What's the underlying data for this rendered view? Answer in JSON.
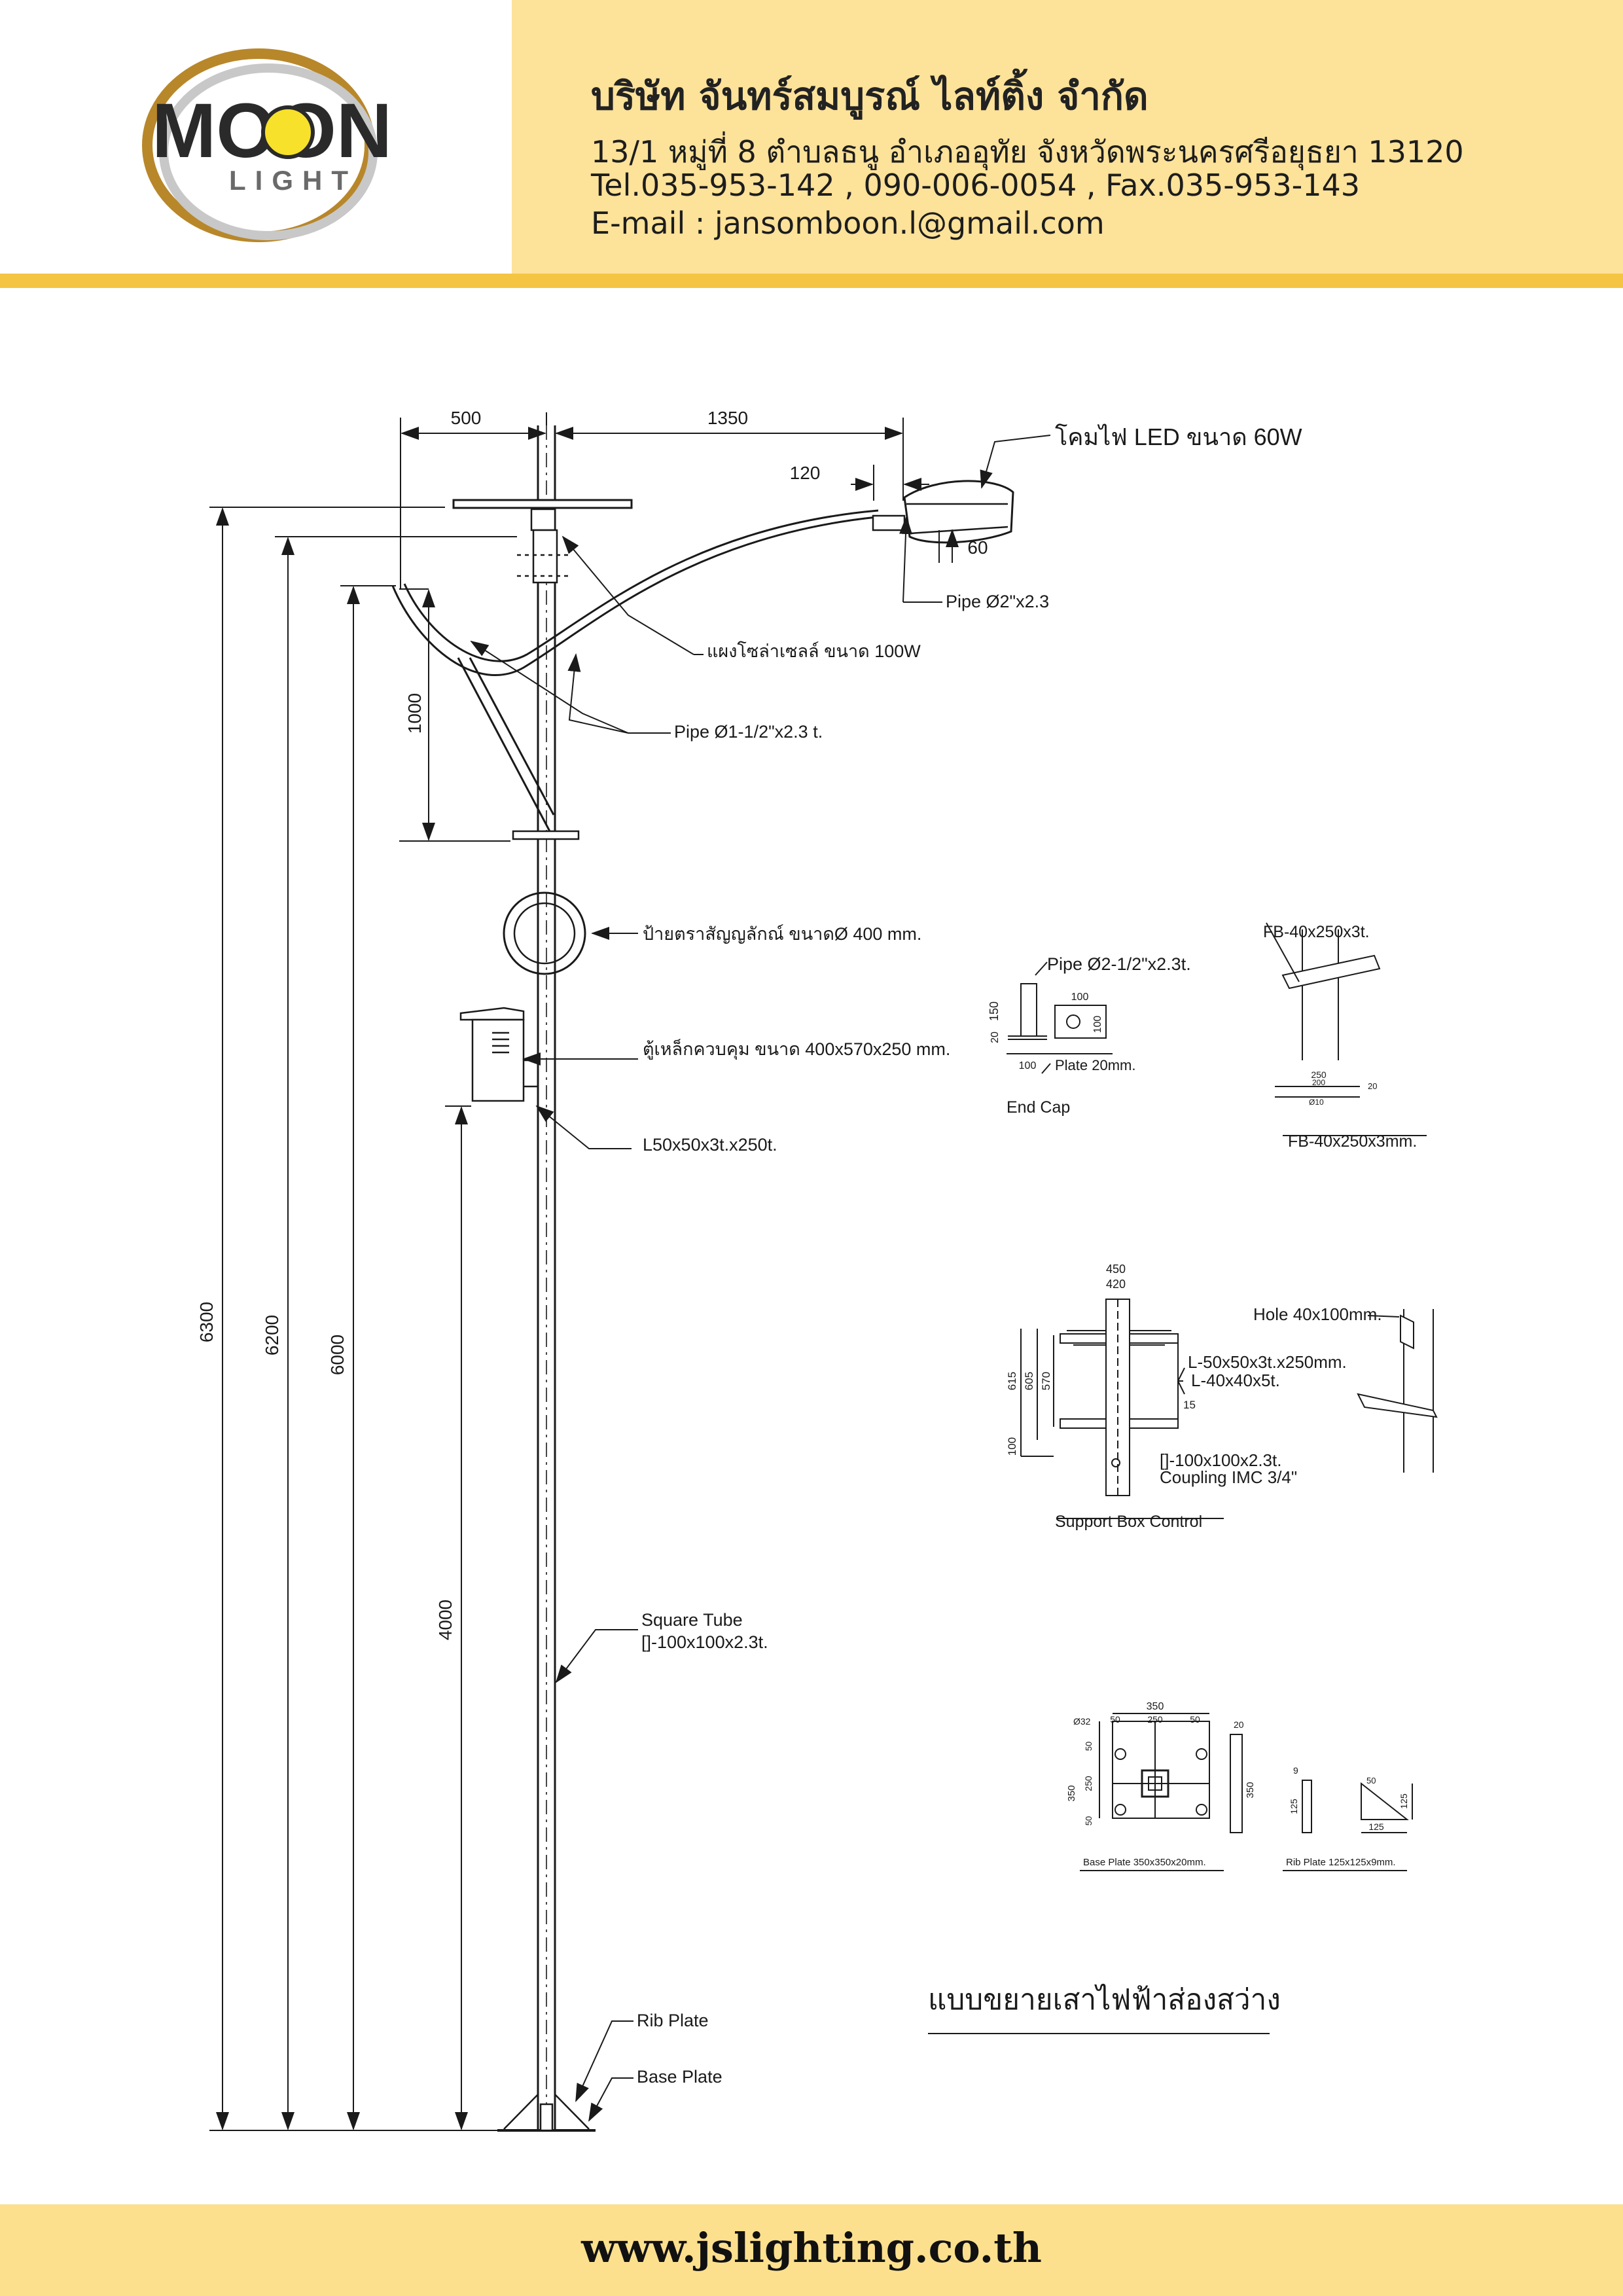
{
  "company": {
    "name_th": "บริษัท จันทร์สมบูรณ์ ไลท์ติ้ง จำกัด",
    "address": "13/1 หมู่ที่ 8 ตำบลธนู อำเภออุทัย จังหวัดพระนครศรีอยุธยา 13120",
    "phone": "Tel.035-953-142 , 090-006-0054 , Fax.035-953-143",
    "email": "E-mail : jansomboon.l@gmail.com"
  },
  "logo": {
    "word_top": "MOON",
    "word_bottom": "LIGHT"
  },
  "dimensions": {
    "d500": "500",
    "d1350": "1350",
    "d120": "120",
    "d60": "60",
    "d1000": "1000",
    "d6300": "6300",
    "d6200": "6200",
    "d6000": "6000",
    "d4000": "4000"
  },
  "callouts": {
    "lamp": "โคมไฟ LED ขนาด 60W",
    "pipe2": "Pipe Ø2\"x2.3",
    "solar": "แผงโซล่าเซลล์ ขนาด 100W",
    "pipe112": "Pipe Ø1-1/2\"x2.3 t.",
    "sign": "ป้ายตราสัญญลักณ์ ขนาดØ 400 mm.",
    "box": "ตู้เหล็กควบคุม ขนาด 400x570x250 mm.",
    "angle": "L50x50x3t.x250t.",
    "square_tube_1": "Square Tube",
    "square_tube_2": "[]-100x100x2.3t.",
    "rib": "Rib Plate",
    "base": "Base Plate"
  },
  "end_cap": {
    "pipe": "Pipe Ø2-1/2\"x2.3t.",
    "plate": "Plate 20mm.",
    "caption": "End Cap",
    "d150": "150",
    "d20": "20",
    "d100a": "100",
    "d100b": "100",
    "d100c": "100"
  },
  "fb": {
    "top": "FB-40x250x3t.",
    "caption": "FB-40x250x3mm.",
    "d250": "250",
    "d200": "200",
    "d20": "20",
    "d10": "Ø10"
  },
  "support": {
    "d450": "450",
    "d420": "420",
    "d615": "615",
    "d605": "605",
    "d570": "570",
    "d100": "100",
    "d15": "15",
    "l50": "L-50x50x3t.x250mm.",
    "l40": "L-40x40x5t.",
    "sq": "[]-100x100x2.3t.",
    "coupling": "Coupling IMC 3/4\"",
    "caption": "Support Box Control",
    "hole": "Hole 40x100mm."
  },
  "base_plate": {
    "d350top": "350",
    "d50a": "50",
    "d250": "250",
    "d50b": "50",
    "d32": "Ø32",
    "d350side": "350",
    "d250side": "250",
    "d50c": "50",
    "d50d": "50",
    "d20": "20",
    "d350r": "350",
    "caption": "Base Plate 350x350x20mm."
  },
  "rib_plate": {
    "d9": "9",
    "d125a": "125",
    "d125b": "125",
    "d125c": "125",
    "d50": "50",
    "caption": "Rib Plate 125x125x9mm."
  },
  "drawing_title": "แบบขยายเสาไฟฟ้าส่องสว่าง",
  "footer": {
    "url": "www.jslighting.co.th"
  }
}
